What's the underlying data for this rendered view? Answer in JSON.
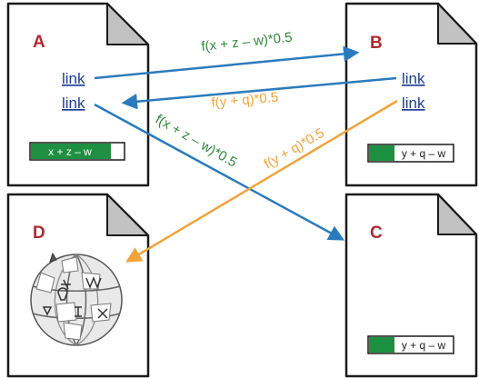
{
  "colors": {
    "border": "#1a1a1a",
    "fold": "#c2c2c2",
    "letter": "#b2282e",
    "link": "#1f3f98",
    "blue_arrow": "#2a7bbd",
    "orange_arrow": "#f2a33a",
    "green_label": "#2f8a3c",
    "orange_label": "#f2a33a",
    "bar_green": "#1f8f42"
  },
  "documents": [
    {
      "id": "A",
      "letter": "A"
    },
    {
      "id": "B",
      "letter": "B"
    },
    {
      "id": "C",
      "letter": "C"
    },
    {
      "id": "D",
      "letter": "D",
      "logo_icon": "wikipedia-globe-icon"
    }
  ],
  "links": {
    "a_top": "link",
    "a_bottom": "link",
    "b_top": "link",
    "b_bottom": "link"
  },
  "score_bars": {
    "a": {
      "text": "x + z – w",
      "fill_fraction": 0.85
    },
    "b": {
      "text": "y + q – w",
      "fill_fraction": 0.3
    },
    "c": {
      "text": "y + q – w",
      "fill_fraction": 0.3
    }
  },
  "edges": [
    {
      "from": "A",
      "to": "B",
      "label": "f(x + z – w)*0.5",
      "color": "blue"
    },
    {
      "from": "B",
      "to": "A",
      "label": "f(y + q)*0.5",
      "color": "blue"
    },
    {
      "from": "A",
      "to": "C",
      "label": "f(x + z – w)*0.5",
      "color": "blue"
    },
    {
      "from": "B",
      "to": "D",
      "label": "f(y + q)*0.5",
      "color": "orange"
    }
  ]
}
